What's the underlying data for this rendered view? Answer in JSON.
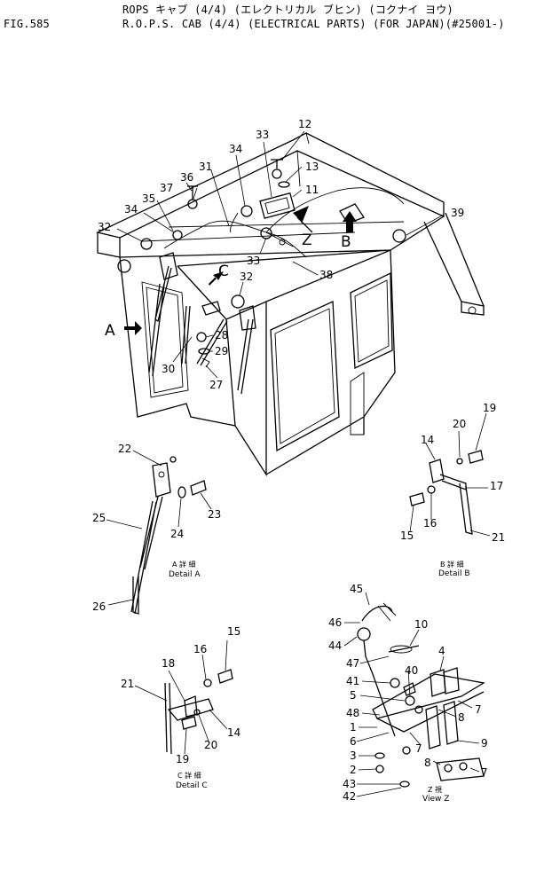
{
  "header": {
    "fig_label": "FIG.585",
    "title_jp": "ROPS キャブ (4/4) (エレクトリカル ブヒン) (コクナイ ヨウ)",
    "title_en": "R.O.P.S. CAB (4/4) (ELECTRICAL PARTS) (FOR JAPAN)(#25001-)"
  },
  "view_markers": [
    "A",
    "B",
    "C",
    "Z"
  ],
  "main_callouts": [
    "12",
    "13",
    "11",
    "33",
    "34",
    "37",
    "36",
    "31",
    "35",
    "34",
    "32",
    "39",
    "33",
    "38",
    "32",
    "28",
    "29",
    "30",
    "27"
  ],
  "detail_a": {
    "callouts": [
      "22",
      "25",
      "24",
      "23",
      "26"
    ],
    "caption_jp": "A 詳 細",
    "caption_en": "Detail A"
  },
  "detail_b": {
    "callouts": [
      "19",
      "20",
      "14",
      "17",
      "15",
      "16",
      "21"
    ],
    "caption_jp": "B 詳 細",
    "caption_en": "Detail B"
  },
  "detail_c": {
    "callouts": [
      "15",
      "16",
      "18",
      "21",
      "14",
      "19",
      "20"
    ],
    "caption_jp": "C 詳 細",
    "caption_en": "Detail C"
  },
  "view_z": {
    "callouts": [
      "45",
      "46",
      "10",
      "44",
      "47",
      "4",
      "41",
      "40",
      "5",
      "7",
      "48",
      "8",
      "1",
      "6",
      "7",
      "9",
      "3",
      "8",
      "7",
      "2",
      "43",
      "42"
    ],
    "caption_jp": "Z 視",
    "caption_en": "View Z"
  }
}
